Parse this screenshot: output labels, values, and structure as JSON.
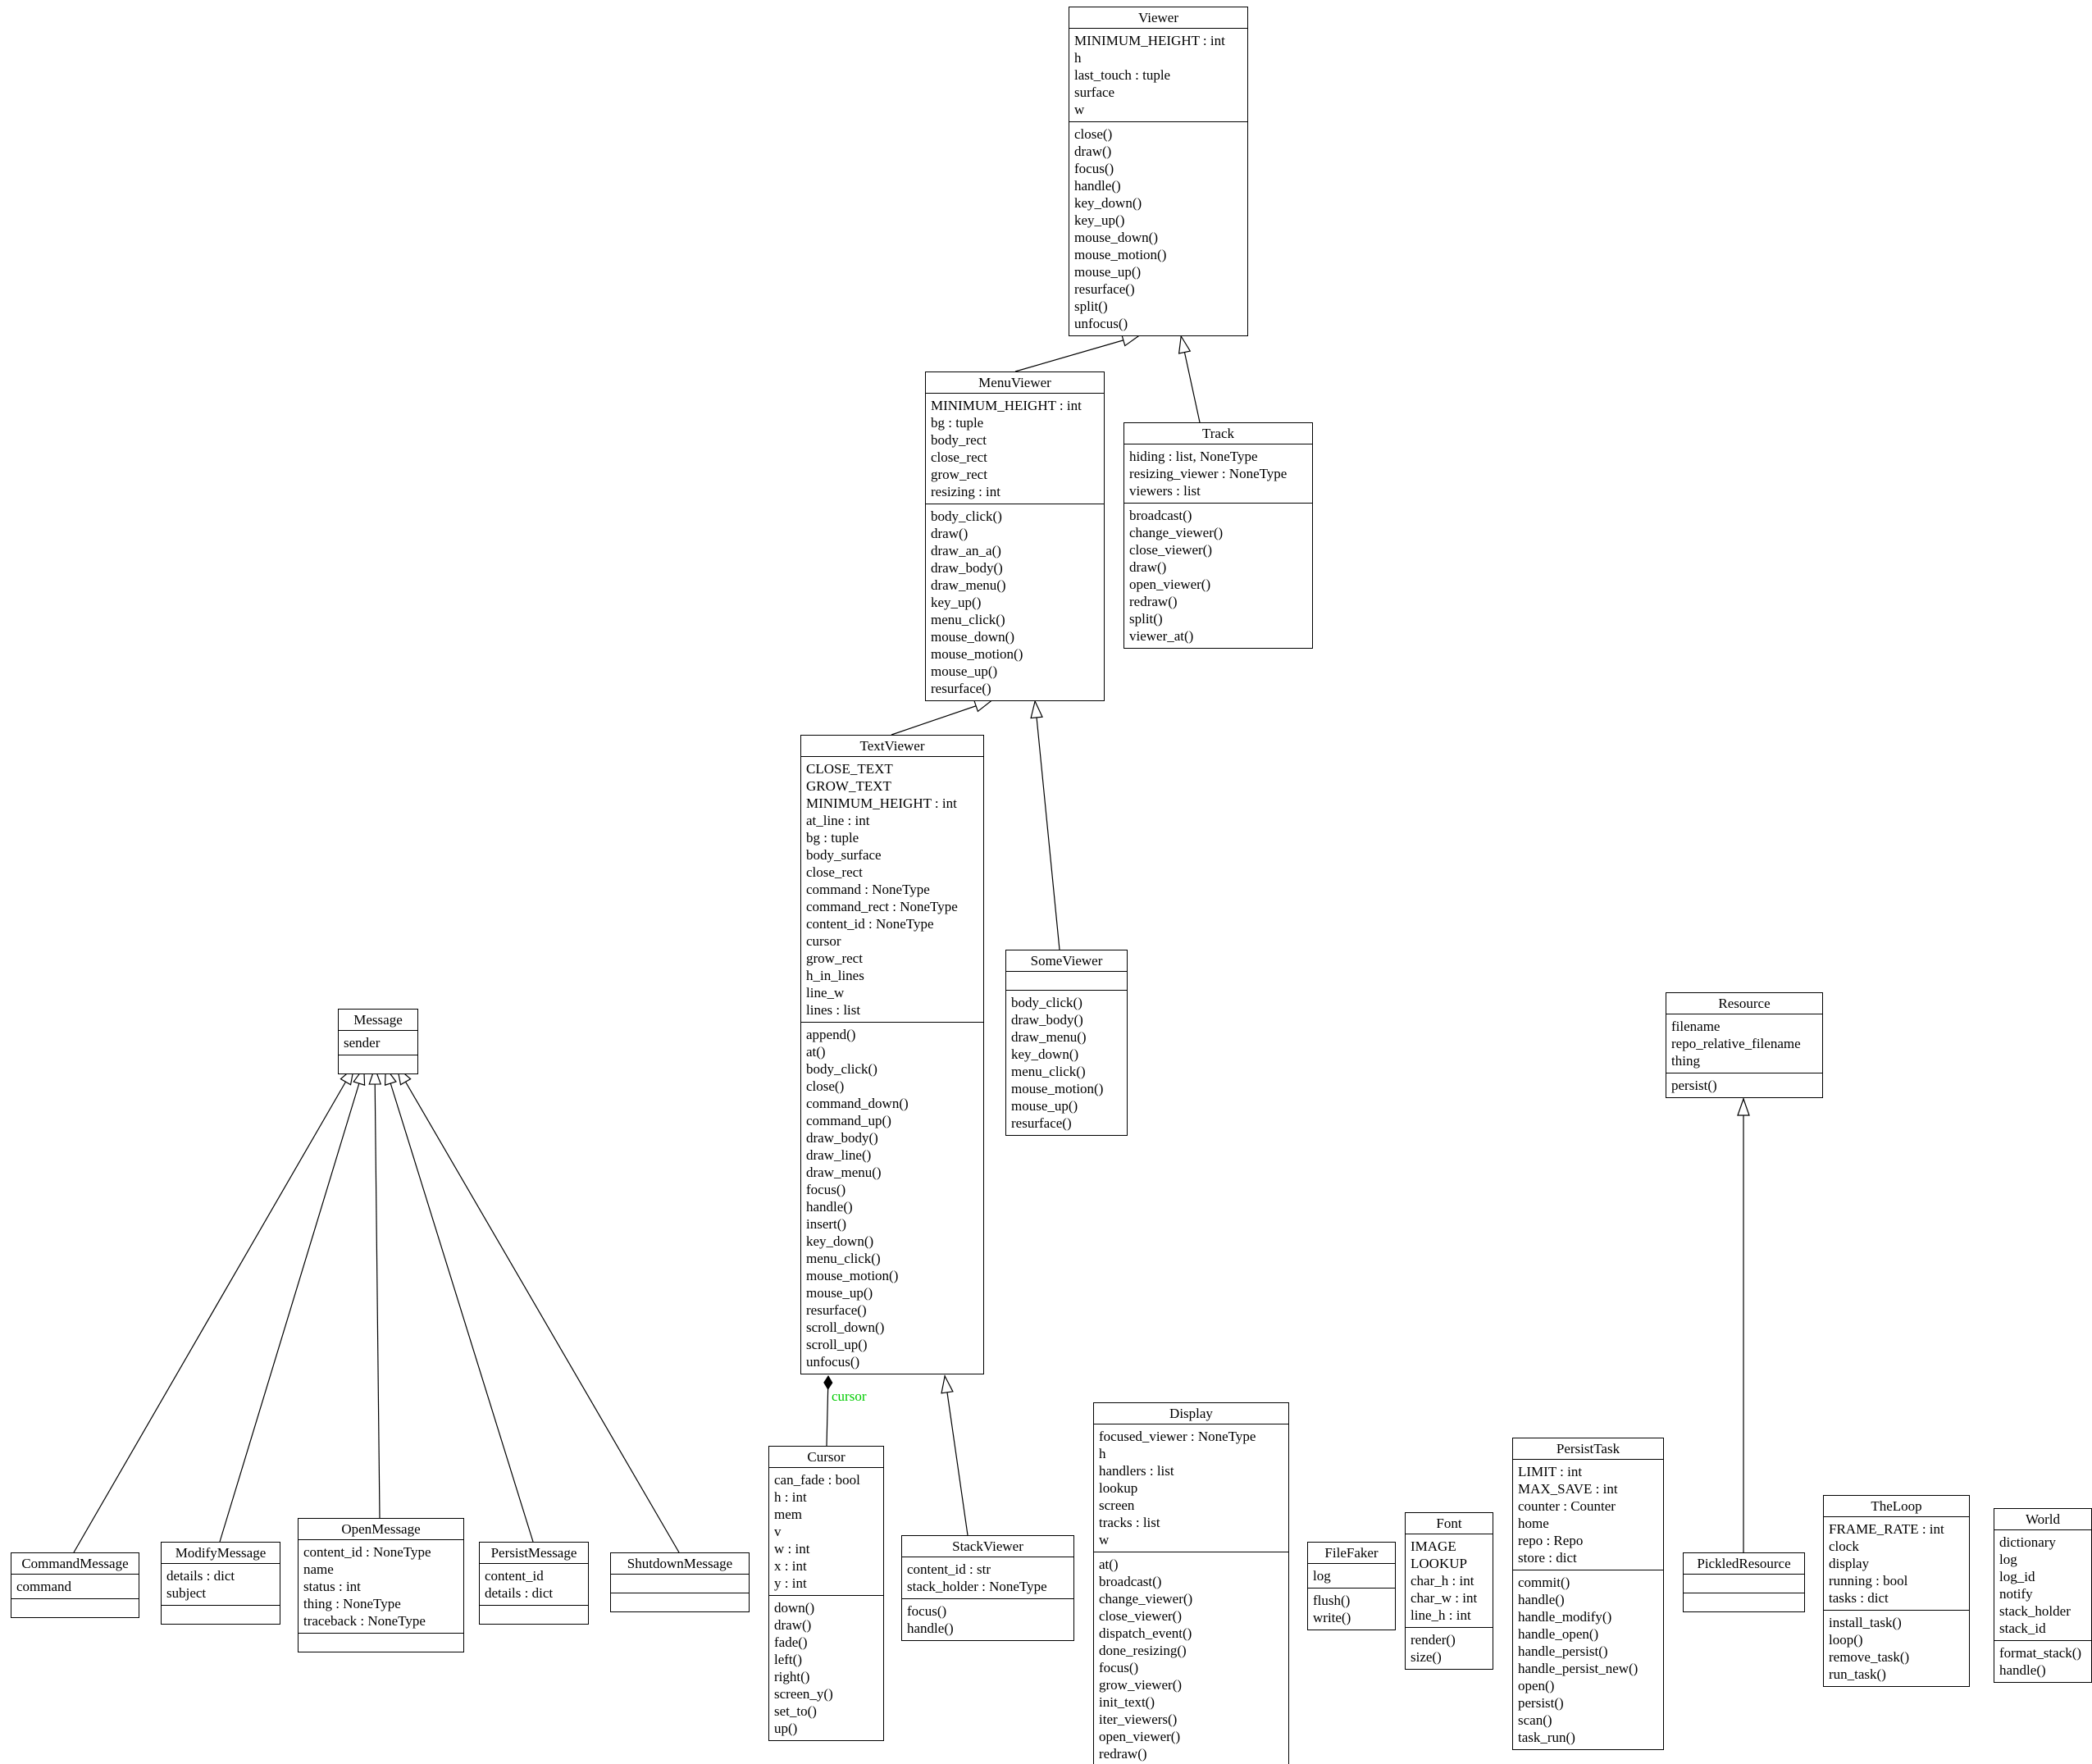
{
  "diagram": {
    "background": "#ffffff",
    "box_border_color": "#000000",
    "composition_label": {
      "text": "cursor",
      "color": "#00cc00"
    },
    "classes": [
      {
        "id": "Viewer",
        "title": "Viewer",
        "attributes": [
          "MINIMUM_HEIGHT : int",
          "h",
          "last_touch : tuple",
          "surface",
          "w"
        ],
        "methods": [
          "close()",
          "draw()",
          "focus()",
          "handle()",
          "key_down()",
          "key_up()",
          "mouse_down()",
          "mouse_motion()",
          "mouse_up()",
          "resurface()",
          "split()",
          "unfocus()"
        ]
      },
      {
        "id": "MenuViewer",
        "title": "MenuViewer",
        "attributes": [
          "MINIMUM_HEIGHT : int",
          "bg : tuple",
          "body_rect",
          "close_rect",
          "grow_rect",
          "resizing : int"
        ],
        "methods": [
          "body_click()",
          "draw()",
          "draw_an_a()",
          "draw_body()",
          "draw_menu()",
          "key_up()",
          "menu_click()",
          "mouse_down()",
          "mouse_motion()",
          "mouse_up()",
          "resurface()"
        ]
      },
      {
        "id": "Track",
        "title": "Track",
        "attributes": [
          "hiding : list, NoneType",
          "resizing_viewer : NoneType",
          "viewers : list"
        ],
        "methods": [
          "broadcast()",
          "change_viewer()",
          "close_viewer()",
          "draw()",
          "open_viewer()",
          "redraw()",
          "split()",
          "viewer_at()"
        ]
      },
      {
        "id": "TextViewer",
        "title": "TextViewer",
        "attributes": [
          "CLOSE_TEXT",
          "GROW_TEXT",
          "MINIMUM_HEIGHT : int",
          "at_line : int",
          "bg : tuple",
          "body_surface",
          "close_rect",
          "command : NoneType",
          "command_rect : NoneType",
          "content_id : NoneType",
          "cursor",
          "grow_rect",
          "h_in_lines",
          "line_w",
          "lines : list"
        ],
        "methods": [
          "append()",
          "at()",
          "body_click()",
          "close()",
          "command_down()",
          "command_up()",
          "draw_body()",
          "draw_line()",
          "draw_menu()",
          "focus()",
          "handle()",
          "insert()",
          "key_down()",
          "menu_click()",
          "mouse_motion()",
          "mouse_up()",
          "resurface()",
          "scroll_down()",
          "scroll_up()",
          "unfocus()"
        ]
      },
      {
        "id": "SomeViewer",
        "title": "SomeViewer",
        "attributes": [],
        "methods": [
          "body_click()",
          "draw_body()",
          "draw_menu()",
          "key_down()",
          "menu_click()",
          "mouse_motion()",
          "mouse_up()",
          "resurface()"
        ]
      },
      {
        "id": "Message",
        "title": "Message",
        "attributes": [
          "sender"
        ],
        "methods": []
      },
      {
        "id": "CommandMessage",
        "title": "CommandMessage",
        "attributes": [
          "command"
        ],
        "methods": []
      },
      {
        "id": "ModifyMessage",
        "title": "ModifyMessage",
        "attributes": [
          "details : dict",
          "subject"
        ],
        "methods": []
      },
      {
        "id": "OpenMessage",
        "title": "OpenMessage",
        "attributes": [
          "content_id : NoneType",
          "name",
          "status : int",
          "thing : NoneType",
          "traceback : NoneType"
        ],
        "methods": []
      },
      {
        "id": "PersistMessage",
        "title": "PersistMessage",
        "attributes": [
          "content_id",
          "details : dict"
        ],
        "methods": []
      },
      {
        "id": "ShutdownMessage",
        "title": "ShutdownMessage",
        "attributes": [],
        "methods": []
      },
      {
        "id": "Cursor",
        "title": "Cursor",
        "attributes": [
          "can_fade : bool",
          "h : int",
          "mem",
          "v",
          "w : int",
          "x : int",
          "y : int"
        ],
        "methods": [
          "down()",
          "draw()",
          "fade()",
          "left()",
          "right()",
          "screen_y()",
          "set_to()",
          "up()"
        ]
      },
      {
        "id": "StackViewer",
        "title": "StackViewer",
        "attributes": [
          "content_id : str",
          "stack_holder : NoneType"
        ],
        "methods": [
          "focus()",
          "handle()"
        ]
      },
      {
        "id": "Display",
        "title": "Display",
        "attributes": [
          "focused_viewer : NoneType",
          "h",
          "handlers : list",
          "lookup",
          "screen",
          "tracks : list",
          "w"
        ],
        "methods": [
          "at()",
          "broadcast()",
          "change_viewer()",
          "close_viewer()",
          "dispatch_event()",
          "done_resizing()",
          "focus()",
          "grow_viewer()",
          "init_text()",
          "iter_viewers()",
          "open_viewer()",
          "redraw()"
        ]
      },
      {
        "id": "FileFaker",
        "title": "FileFaker",
        "attributes": [
          "log"
        ],
        "methods": [
          "flush()",
          "write()"
        ]
      },
      {
        "id": "Font",
        "title": "Font",
        "attributes": [
          "IMAGE",
          "LOOKUP",
          "char_h : int",
          "char_w : int",
          "line_h : int"
        ],
        "methods": [
          "render()",
          "size()"
        ]
      },
      {
        "id": "PersistTask",
        "title": "PersistTask",
        "attributes": [
          "LIMIT : int",
          "MAX_SAVE : int",
          "counter : Counter",
          "home",
          "repo : Repo",
          "store : dict"
        ],
        "methods": [
          "commit()",
          "handle()",
          "handle_modify()",
          "handle_open()",
          "handle_persist()",
          "handle_persist_new()",
          "open()",
          "persist()",
          "scan()",
          "task_run()"
        ]
      },
      {
        "id": "Resource",
        "title": "Resource",
        "attributes": [
          "filename",
          "repo_relative_filename",
          "thing"
        ],
        "methods": [
          "persist()"
        ]
      },
      {
        "id": "PickledResource",
        "title": "PickledResource",
        "attributes": [],
        "methods": []
      },
      {
        "id": "TheLoop",
        "title": "TheLoop",
        "attributes": [
          "FRAME_RATE : int",
          "clock",
          "display",
          "running : bool",
          "tasks : dict"
        ],
        "methods": [
          "install_task()",
          "loop()",
          "remove_task()",
          "run_task()"
        ]
      },
      {
        "id": "World",
        "title": "World",
        "attributes": [
          "dictionary",
          "log",
          "log_id",
          "notify",
          "stack_holder",
          "stack_id"
        ],
        "methods": [
          "format_stack()",
          "handle()"
        ]
      }
    ],
    "edges": [
      {
        "from": "MenuViewer",
        "to": "Viewer",
        "type": "inheritance"
      },
      {
        "from": "Track",
        "to": "Viewer",
        "type": "inheritance"
      },
      {
        "from": "TextViewer",
        "to": "MenuViewer",
        "type": "inheritance"
      },
      {
        "from": "SomeViewer",
        "to": "MenuViewer",
        "type": "inheritance"
      },
      {
        "from": "StackViewer",
        "to": "TextViewer",
        "type": "inheritance"
      },
      {
        "from": "CommandMessage",
        "to": "Message",
        "type": "inheritance"
      },
      {
        "from": "ModifyMessage",
        "to": "Message",
        "type": "inheritance"
      },
      {
        "from": "OpenMessage",
        "to": "Message",
        "type": "inheritance"
      },
      {
        "from": "PersistMessage",
        "to": "Message",
        "type": "inheritance"
      },
      {
        "from": "ShutdownMessage",
        "to": "Message",
        "type": "inheritance"
      },
      {
        "from": "PickledResource",
        "to": "Resource",
        "type": "inheritance"
      },
      {
        "from": "Cursor",
        "to": "TextViewer",
        "type": "composition",
        "label": "cursor"
      }
    ]
  }
}
